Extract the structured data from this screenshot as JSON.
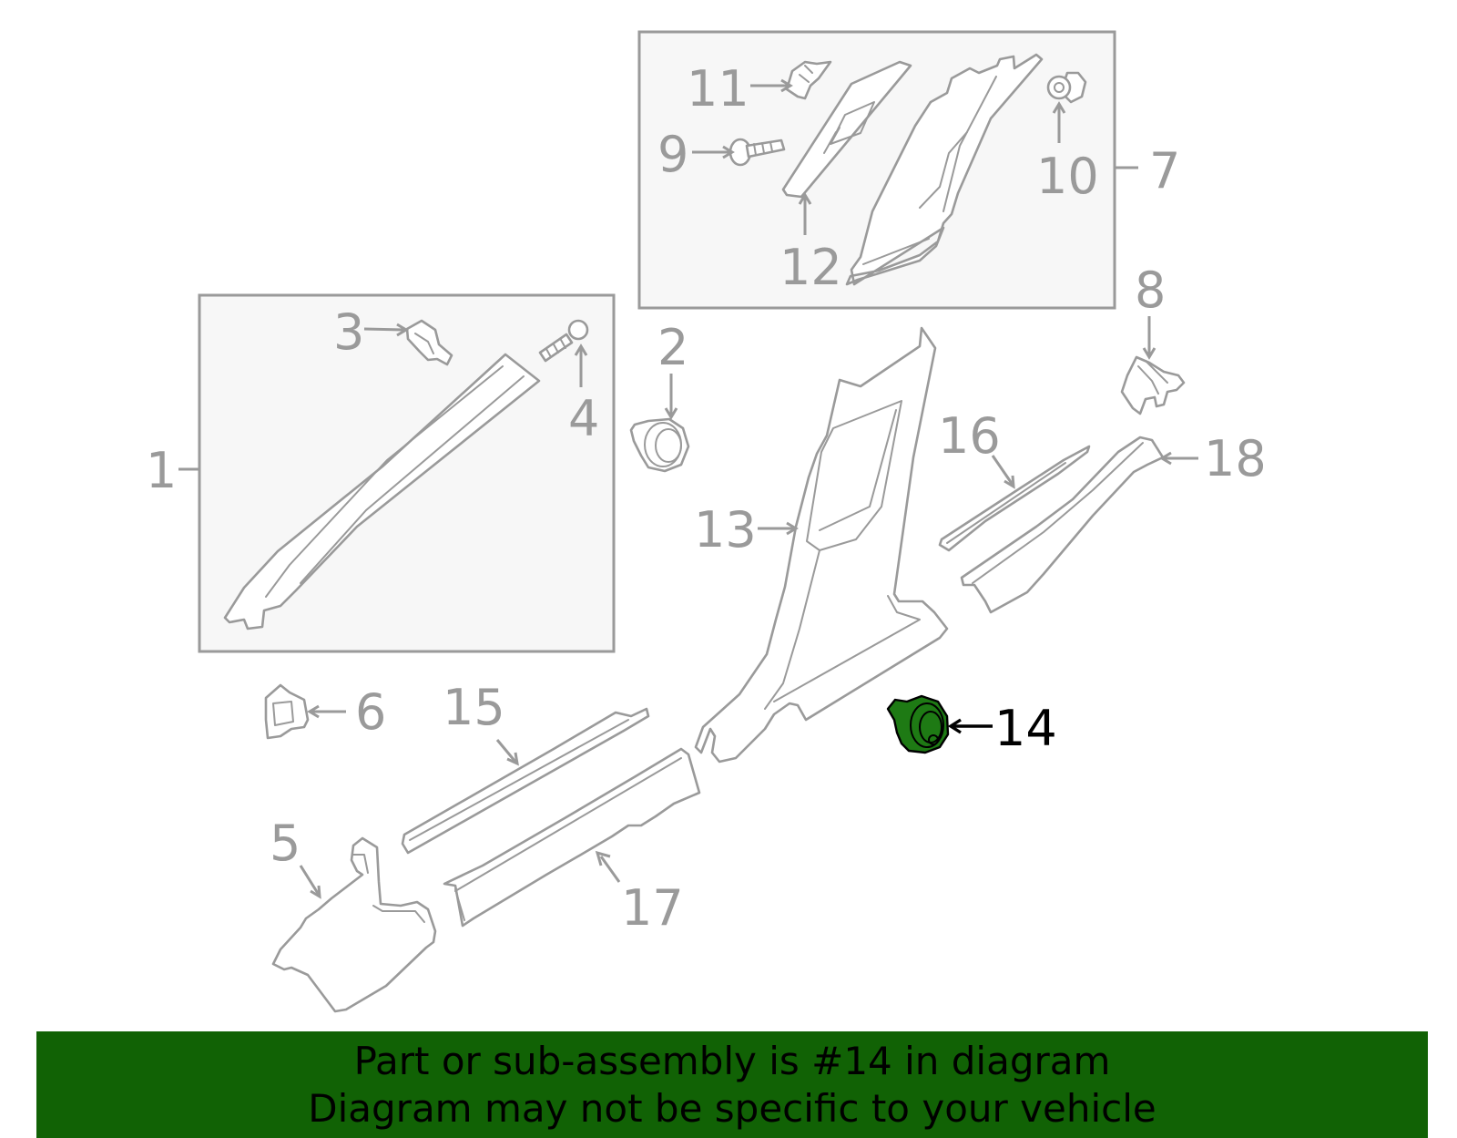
{
  "callouts": {
    "c1": "1",
    "c2": "2",
    "c3": "3",
    "c4": "4",
    "c5": "5",
    "c6": "6",
    "c7": "7",
    "c8": "8",
    "c9": "9",
    "c10": "10",
    "c11": "11",
    "c12": "12",
    "c13": "13",
    "c14": "14",
    "c15": "15",
    "c16": "16",
    "c17": "17",
    "c18": "18"
  },
  "highlighted_part": "14",
  "colors": {
    "highlight_part": "#1e7a14",
    "banner_background": "#116205",
    "line_gray": "#9a9a9a"
  },
  "banner": {
    "line1": "Part or sub-assembly is #14 in diagram",
    "line2": "Diagram may not be specific to your vehicle"
  }
}
